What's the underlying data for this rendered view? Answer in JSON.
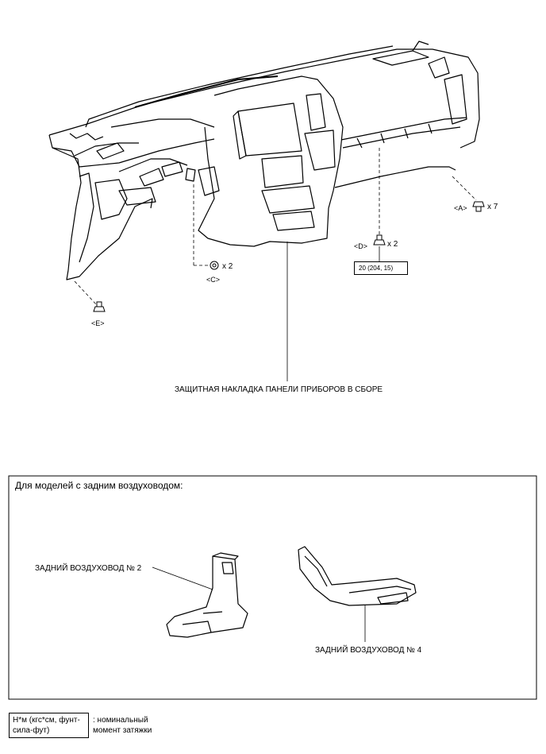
{
  "main": {
    "assembly_label": "ЗАЩИТНАЯ НАКЛАДКА ПАНЕЛИ ПРИБОРОВ В СБОРЕ",
    "fasteners": {
      "a": {
        "tag": "<A>",
        "qty": "x 7"
      },
      "c": {
        "tag": "<C>",
        "qty": "x 2"
      },
      "d": {
        "tag": "<D>",
        "qty": "x 2"
      },
      "e": {
        "tag": "<E>"
      }
    },
    "torque_value": "20 (204, 15)"
  },
  "inset": {
    "title": "Для моделей с задним воздуховодом:",
    "duct_2": "ЗАДНИЙ ВОЗДУХОВОД № 2",
    "duct_4": "ЗАДНИЙ ВОЗДУХОВОД № 4"
  },
  "legend": {
    "unit": "Н*м (кгс*см, фунт-сила-фут)",
    "description": ": номинальный\nмомент затяжки"
  }
}
